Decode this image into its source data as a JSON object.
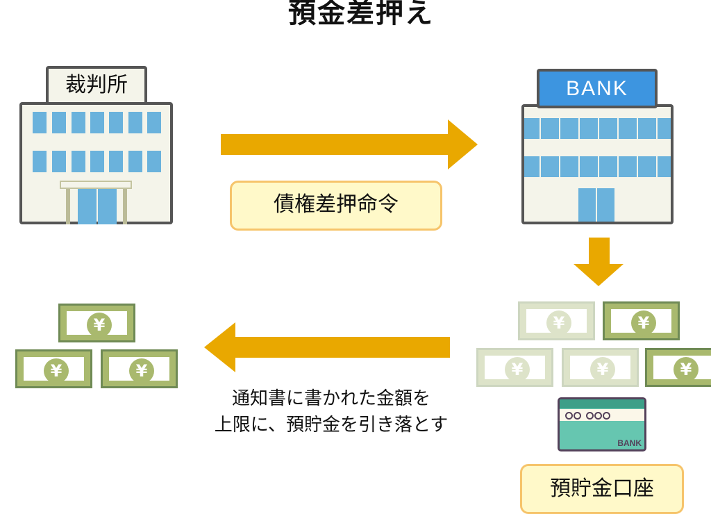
{
  "title": "預金差押え",
  "court": {
    "sign": "裁判所"
  },
  "bank": {
    "sign": "BANK"
  },
  "order_label": "債権差押命令",
  "description": {
    "line1": "通知書に書かれた金額を",
    "line2": "上限に、預貯金を引き落とす"
  },
  "bill_symbol": "¥",
  "card": {
    "brand": "BANK"
  },
  "account_label": "預貯金口座",
  "colors": {
    "arrow": "#e9a800",
    "bank_sign": "#3d95e0",
    "window": "#6ab2dc",
    "card": "#66c6b0"
  }
}
